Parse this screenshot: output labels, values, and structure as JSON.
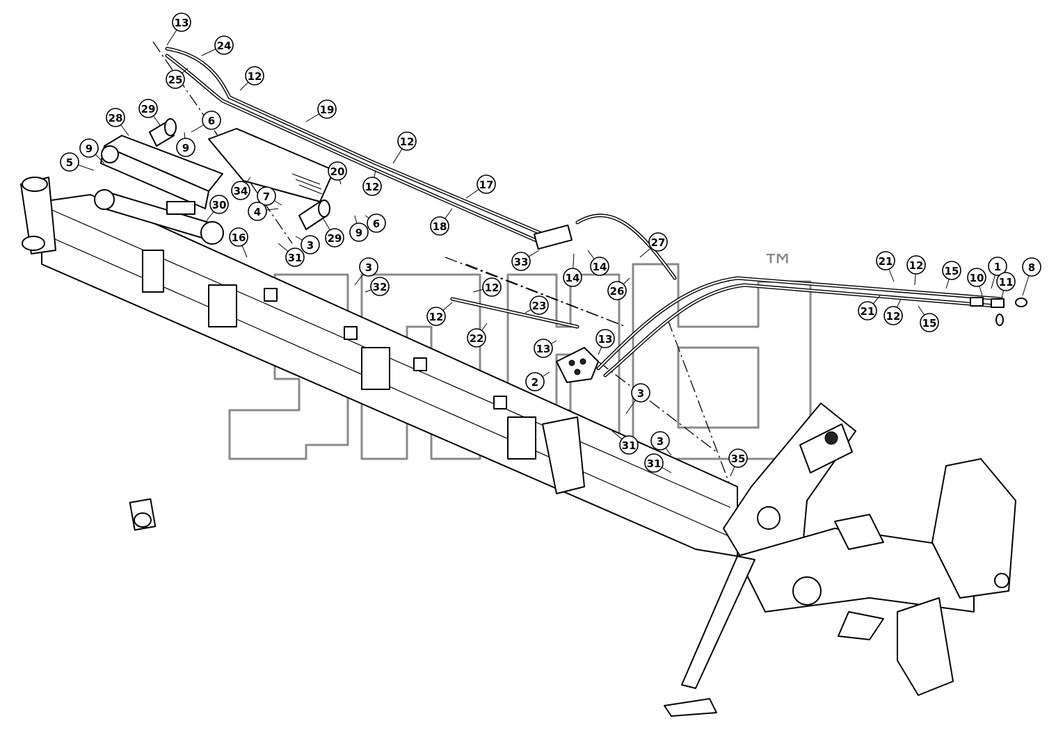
{
  "watermark": {
    "tm": "™"
  },
  "callouts": [
    "13",
    "24",
    "25",
    "12",
    "19",
    "29",
    "28",
    "6",
    "9",
    "9",
    "5",
    "20",
    "12",
    "12",
    "34",
    "7",
    "4",
    "17",
    "30",
    "29",
    "9",
    "6",
    "18",
    "16",
    "3",
    "31",
    "27",
    "33",
    "14",
    "14",
    "26",
    "21",
    "12",
    "15",
    "1",
    "8",
    "10",
    "11",
    "21",
    "12",
    "15",
    "3",
    "32",
    "12",
    "23",
    "12",
    "22",
    "13",
    "13",
    "2",
    "3",
    "31",
    "3",
    "31",
    "35"
  ]
}
